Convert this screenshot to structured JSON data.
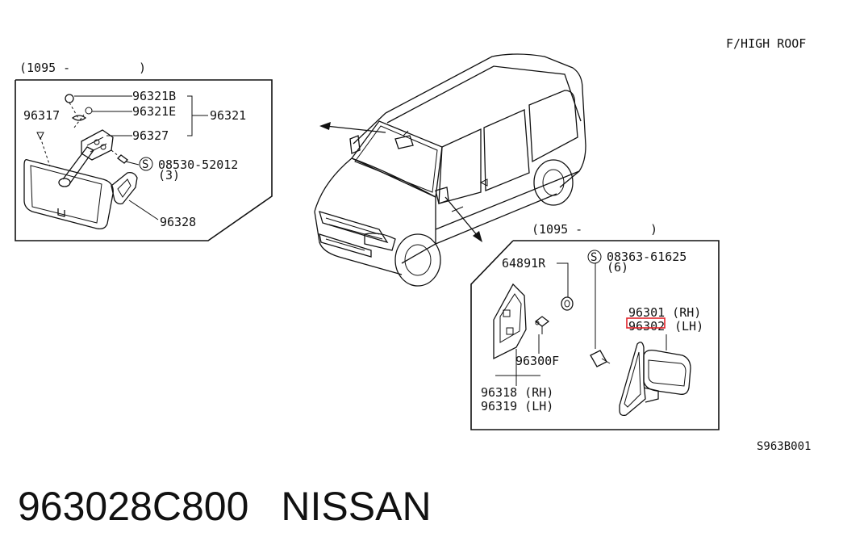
{
  "header": {
    "variant": "F/HIGH ROOF",
    "figure_code": "S963B001"
  },
  "footer": {
    "part_number": "963028C800",
    "brand": "NISSAN"
  },
  "inner_mirror_box": {
    "range_open": "(1095 -",
    "range_close": ")",
    "labels": {
      "p96321B": "96321B",
      "p96321E": "96321E",
      "p96321": "96321",
      "p96317": "96317",
      "p96327": "96327",
      "screw_code": "08530-52012",
      "screw_qty": "(3)",
      "screw_symbol": "S",
      "p96328": "96328"
    }
  },
  "door_mirror_box": {
    "range_open": "(1095 -",
    "range_close": ")",
    "labels": {
      "p64891R": "64891R",
      "bolt_code": "08363-61625",
      "bolt_qty": "(6)",
      "bolt_symbol": "S",
      "p96301": "96301 (RH)",
      "p96302_num": "96302",
      "p96302_side": "(LH)",
      "p96300F": "96300F",
      "p96318": "96318 (RH)",
      "p96319": "96319 (LH)"
    },
    "highlight_color": "#e0242b"
  }
}
